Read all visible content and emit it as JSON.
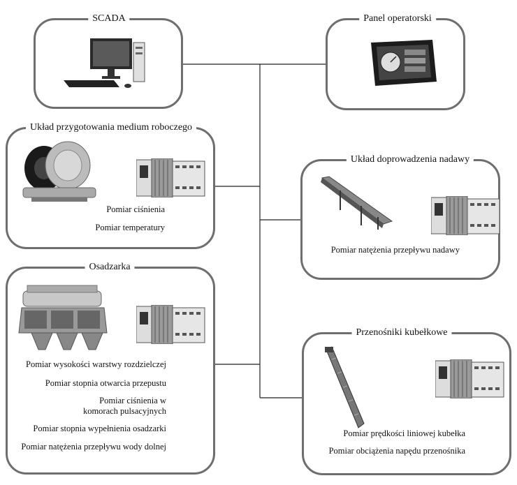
{
  "scada": {
    "title": "SCADA"
  },
  "panel": {
    "title": "Panel operatorski"
  },
  "uklad_przyg": {
    "title": "Układ przygotowania medium roboczego",
    "measurements": [
      "Pomiar ciśnienia",
      "Pomiar temperatury"
    ]
  },
  "uklad_dopr": {
    "title": "Układ doprowadzenia nadawy",
    "measurements": [
      "Pomiar natężenia przepływu nadawy"
    ]
  },
  "osadzarka": {
    "title": "Osadzarka",
    "measurements": [
      "Pomiar wysokości warstwy rozdzielczej",
      "Pomiar stopnia otwarcia przepustu",
      "Pomiar ciśnienia w",
      "komorach pulsacyjnych",
      "Pomiar stopnia wypełnienia osadzarki",
      "Pomiar natężenia przepływu wody dolnej"
    ]
  },
  "przenosniki": {
    "title": "Przenośniki kubełkowe",
    "measurements": [
      "Pomiar prędkości liniowej kubełka",
      "Pomiar obciążenia napędu przenośnika"
    ]
  }
}
